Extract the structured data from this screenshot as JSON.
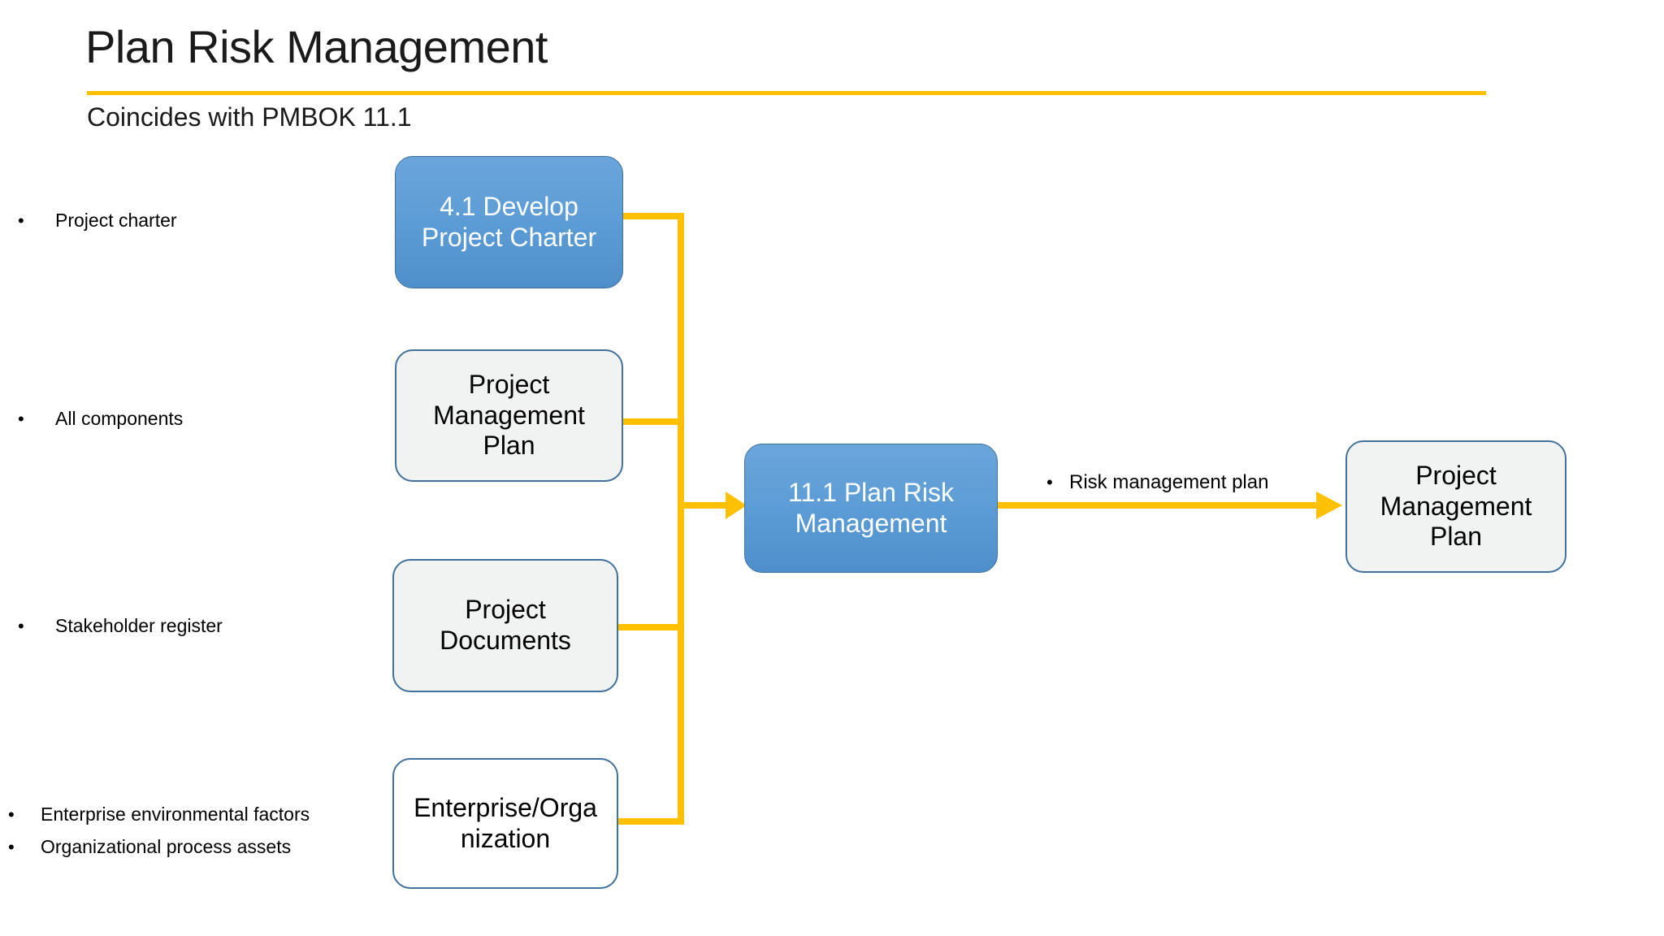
{
  "slide": {
    "title": "Plan Risk Management",
    "subtitle": "Coincides with PMBOK 11.1",
    "accent_color": "#FFC000",
    "process_fill_color": "#5B9BD5",
    "artifact_fill_color": "#F1F2F2",
    "border_color": "#41719C"
  },
  "inputs": [
    {
      "bullet": "•",
      "label": "Project charter"
    },
    {
      "bullet": "•",
      "label": "All components"
    },
    {
      "bullet": "•",
      "label": "Stakeholder register"
    },
    {
      "bullet": "•",
      "label": "Enterprise environmental factors"
    },
    {
      "bullet": "•",
      "label": "Organizational process assets"
    }
  ],
  "nodes": {
    "develop_charter": {
      "line1": "4.1 Develop",
      "line2": "Project Charter"
    },
    "pm_plan_input": {
      "line1": "Project",
      "line2": "Management",
      "line3": "Plan"
    },
    "project_documents": {
      "line1": "Project",
      "line2": "Documents"
    },
    "enterprise_org": {
      "line1": "Enterprise/Orga",
      "line2": "nization"
    },
    "plan_risk_management": {
      "line1": "11.1 Plan Risk",
      "line2": "Management"
    },
    "pm_plan_output": {
      "line1": "Project",
      "line2": "Management",
      "line3": "Plan"
    }
  },
  "outputs": [
    {
      "bullet": "•",
      "label": "Risk management plan"
    }
  ],
  "chart_data": {
    "type": "diagram",
    "title": "Plan Risk Management",
    "subtitle": "Coincides with PMBOK 11.1",
    "nodes": [
      {
        "id": "develop_charter",
        "label": "4.1 Develop Project Charter",
        "kind": "process",
        "fill": "#5B9BD5"
      },
      {
        "id": "pm_plan_input",
        "label": "Project Management Plan",
        "kind": "artifact",
        "fill": "#F1F2F2"
      },
      {
        "id": "project_documents",
        "label": "Project Documents",
        "kind": "artifact",
        "fill": "#F1F2F2"
      },
      {
        "id": "enterprise_org",
        "label": "Enterprise/Organization",
        "kind": "artifact",
        "fill": "#FFFFFF"
      },
      {
        "id": "plan_risk_management",
        "label": "11.1 Plan Risk Management",
        "kind": "process",
        "fill": "#5B9BD5"
      },
      {
        "id": "pm_plan_output",
        "label": "Project Management Plan",
        "kind": "artifact",
        "fill": "#F1F2F2"
      }
    ],
    "edges": [
      {
        "from": "develop_charter",
        "to": "plan_risk_management",
        "label": "Project charter"
      },
      {
        "from": "pm_plan_input",
        "to": "plan_risk_management",
        "label": "All components"
      },
      {
        "from": "project_documents",
        "to": "plan_risk_management",
        "label": "Stakeholder register"
      },
      {
        "from": "enterprise_org",
        "to": "plan_risk_management",
        "label": "Enterprise environmental factors; Organizational process assets"
      },
      {
        "from": "plan_risk_management",
        "to": "pm_plan_output",
        "label": "Risk management plan"
      }
    ]
  }
}
